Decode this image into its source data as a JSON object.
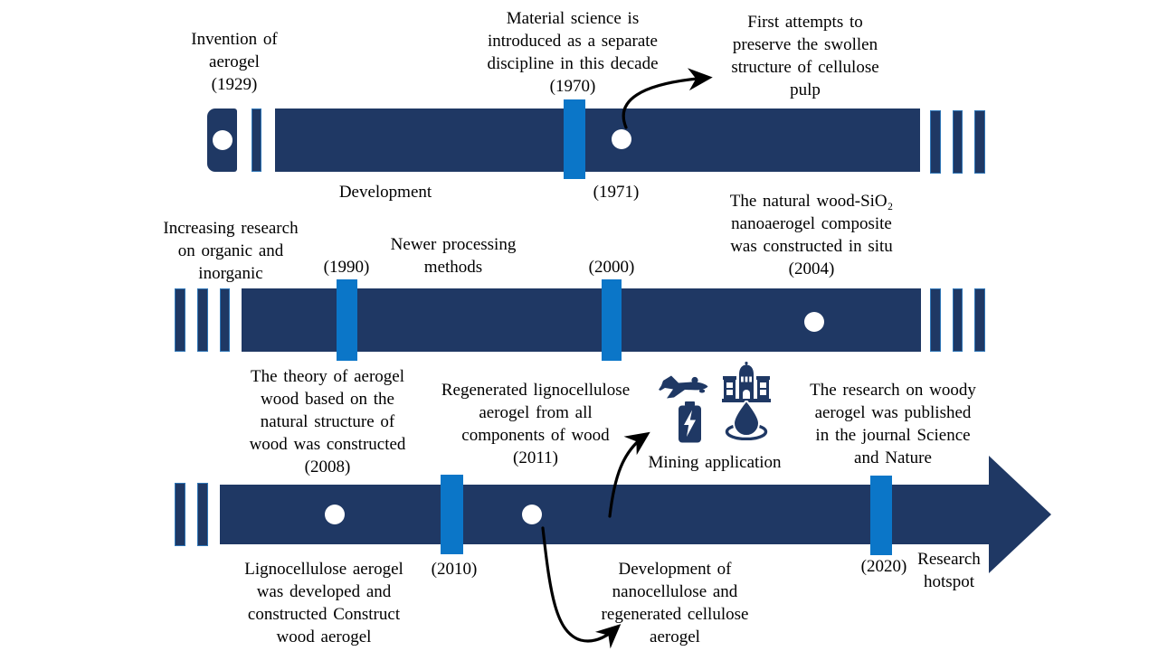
{
  "colors": {
    "bar_navy": "#1F3864",
    "marker_blue": "#0B76C8",
    "dot_white": "#FFFFFF",
    "arrow_black": "#000000",
    "text_black": "#000000",
    "background": "#FFFFFF"
  },
  "rows": {
    "row1": {
      "events": {
        "invention": {
          "lines": [
            "Invention of",
            "aerogel",
            "(1929)"
          ]
        },
        "material_science": {
          "lines": [
            "Material science is",
            "introduced as a separate",
            "discipline in this decade",
            "(1970)"
          ]
        },
        "first_attempts": {
          "lines": [
            "First attempts to",
            "preserve the swollen",
            "structure of cellulose",
            "pulp"
          ]
        },
        "development_label": "Development",
        "year_1971": "(1971)"
      }
    },
    "row2": {
      "events": {
        "increasing_research": {
          "lines": [
            "Increasing research",
            "on organic and",
            "inorganic"
          ]
        },
        "year_1990": "(1990)",
        "newer_processing": {
          "lines": [
            "Newer processing",
            "methods"
          ]
        },
        "year_2000": "(2000)",
        "natural_wood": {
          "lines": [
            "The natural wood-SiO₂",
            "nanoaerogel composite",
            "was constructed in situ",
            "(2004)"
          ]
        }
      }
    },
    "row3": {
      "events": {
        "theory_aerogel_wood": {
          "lines": [
            "The theory of aerogel",
            "wood based on the",
            "natural structure of",
            "wood was constructed",
            "(2008)"
          ]
        },
        "regenerated_lignocellulose": {
          "lines": [
            "Regenerated lignocellulose",
            "aerogel from all",
            "components of wood",
            "(2011)"
          ]
        },
        "mining_application": "Mining application",
        "research_woody": {
          "lines": [
            "The research on woody",
            "aerogel was published",
            "in the journal Science",
            "and Nature"
          ]
        },
        "lignocellulose_developed": {
          "lines": [
            "Lignocellulose aerogel",
            "was developed and",
            "constructed Construct",
            "wood aerogel"
          ]
        },
        "year_2010": "(2010)",
        "dev_nanocellulose": {
          "lines": [
            "Development of",
            "nanocellulose and",
            "regenerated cellulose",
            "aerogel"
          ]
        },
        "year_2020": "(2020)",
        "research_hotspot": {
          "lines": [
            "Research",
            "hotspot"
          ]
        }
      }
    }
  },
  "icons": {
    "airplane": "airplane",
    "building": "institution-building",
    "battery": "battery-charging",
    "water_drop": "water-drop-ripple"
  }
}
